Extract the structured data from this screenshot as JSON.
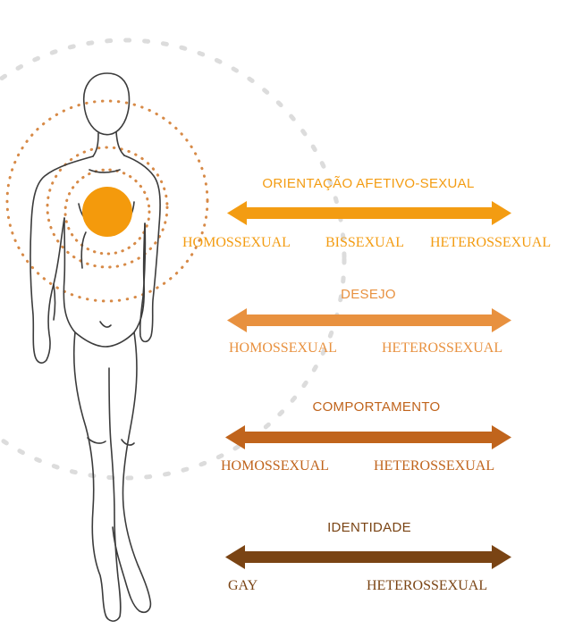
{
  "colors": {
    "orientation": "#f39c12",
    "desire": "#e8913f",
    "behavior": "#c0641c",
    "identity": "#7a4414",
    "heart": "#f49a0c",
    "halo_dots": "#d78a47",
    "light_dots": "#dcdcdc",
    "figure_line": "#3c3c3c"
  },
  "figure": {
    "icon": "human-figure-sketch-icon",
    "heart_icon": "filled-circle-heart-icon"
  },
  "scales": {
    "orientation": {
      "title": "ORIENTAÇÃO AFETIVO-SEXUAL",
      "labels": [
        "HOMOSSEXUAL",
        "BISSEXUAL",
        "HETEROSSEXUAL"
      ]
    },
    "desire": {
      "title": "DESEJO",
      "labels": [
        "HOMOSSEXUAL",
        "HETEROSSEXUAL"
      ]
    },
    "behavior": {
      "title": "COMPORTAMENTO",
      "labels": [
        "HOMOSSEXUAL",
        "HETEROSSEXUAL"
      ]
    },
    "identity": {
      "title": "IDENTIDADE",
      "labels": [
        "GAY",
        "HETEROSSEXUAL"
      ]
    }
  }
}
